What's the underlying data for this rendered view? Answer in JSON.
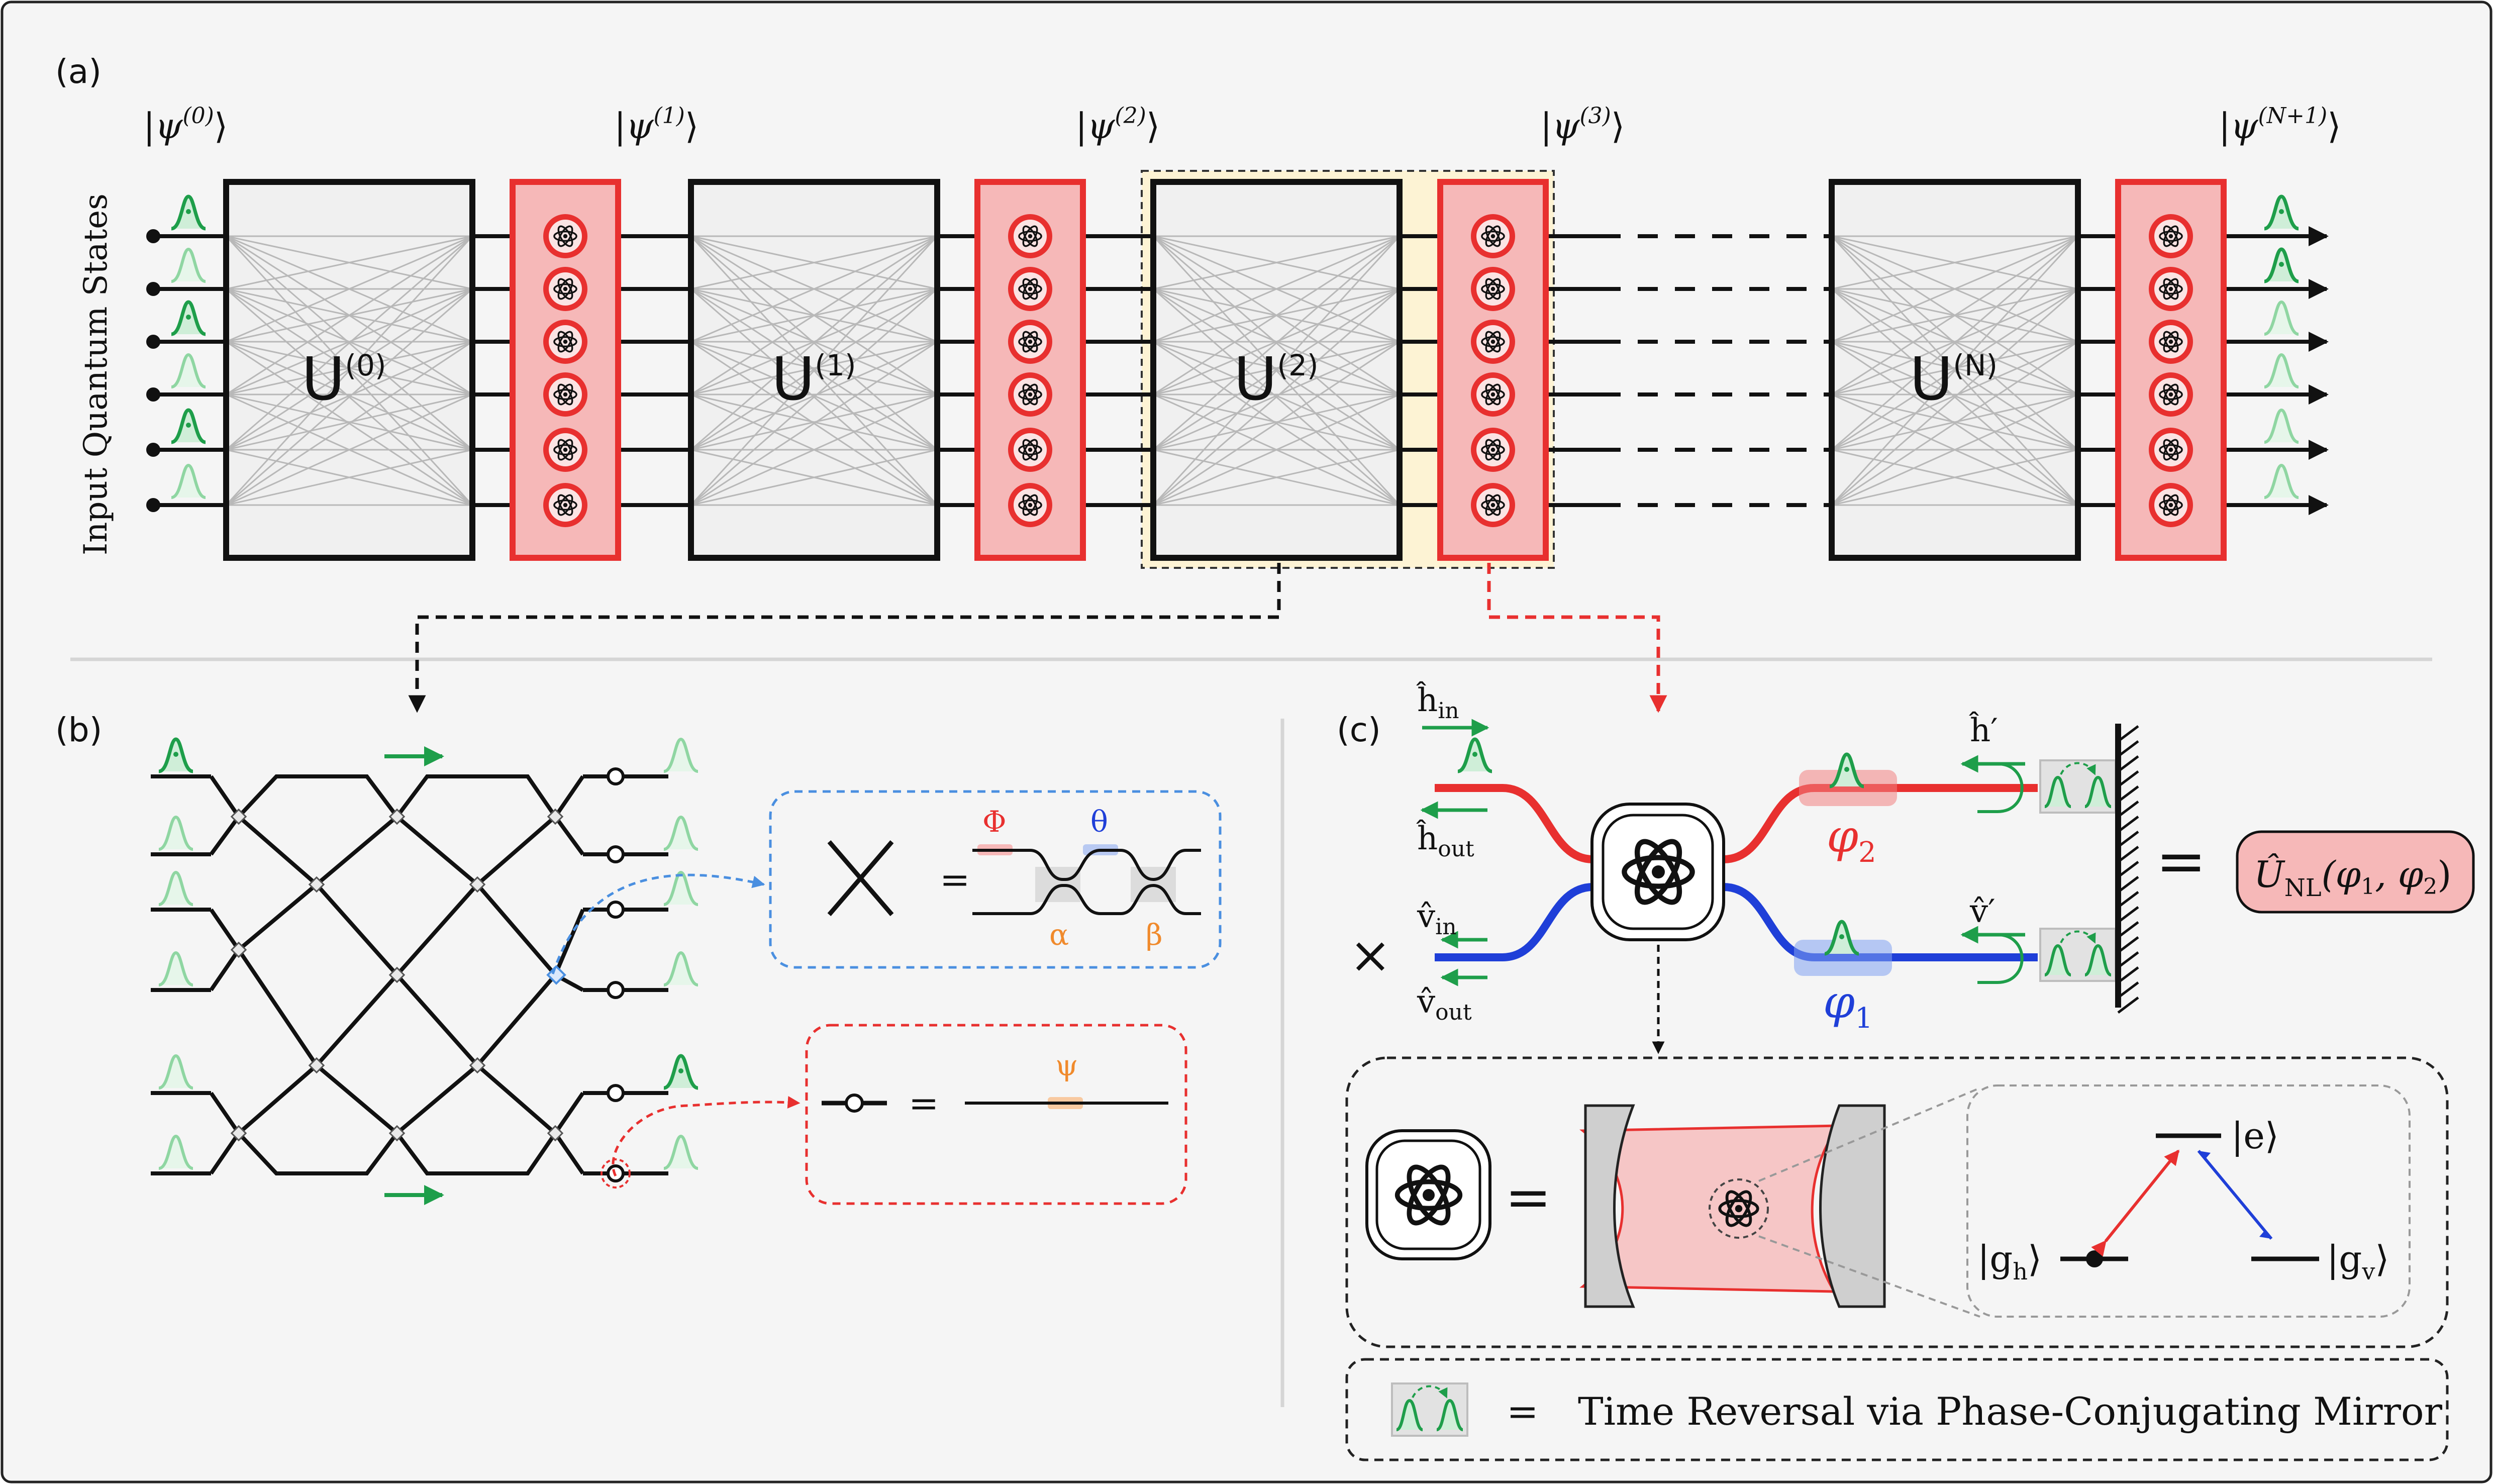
{
  "panels": {
    "a": "(a)",
    "b": "(b)",
    "c": "(c)"
  },
  "panel_a": {
    "input_label": "Input Quantum States",
    "kets": [
      {
        "base": "|ψ",
        "sup": "(0)",
        "close": "⟩"
      },
      {
        "base": "|ψ",
        "sup": "(1)",
        "close": "⟩"
      },
      {
        "base": "|ψ",
        "sup": "(2)",
        "close": "⟩"
      },
      {
        "base": "|ψ",
        "sup": "(3)",
        "close": "⟩"
      },
      {
        "base": "|ψ",
        "sup": "(N+1)",
        "close": "⟩"
      }
    ],
    "unitaries": [
      {
        "base": "U",
        "sup": "(0)"
      },
      {
        "base": "U",
        "sup": "(1)"
      },
      {
        "base": "U",
        "sup": "(2)"
      },
      {
        "base": "U",
        "sup": "(N)"
      }
    ]
  },
  "panel_b": {
    "phase_labels": {
      "Phi": "Φ",
      "theta": "θ",
      "alpha": "α",
      "beta": "β",
      "psi": "ψ"
    },
    "equals": "="
  },
  "panel_c": {
    "h_in": {
      "base": "ĥ",
      "sub": "in"
    },
    "h_out": {
      "base": "ĥ",
      "sub": "out"
    },
    "v_in": {
      "base": "v̂",
      "sub": "in"
    },
    "v_out": {
      "base": "v̂",
      "sub": "out"
    },
    "h_prime": "ĥ′",
    "v_prime": "v̂′",
    "phi2": {
      "base": "φ",
      "sub": "2"
    },
    "phi1": {
      "base": "φ",
      "sub": "1"
    },
    "cross": "×",
    "equals": "=",
    "u_nl": {
      "base": "Û",
      "sub": "NL",
      "args": "(φ",
      "a1": "1",
      "mid": ", φ",
      "a2": "2",
      "end": ")"
    },
    "levels": {
      "e": "|e⟩",
      "gh": {
        "base": "|g",
        "sub": "h",
        "close": "⟩"
      },
      "gv": {
        "base": "|g",
        "sub": "v",
        "close": "⟩"
      }
    },
    "legend_equals": "=",
    "legend_text": "Time Reversal via Phase-Conjugating Mirror"
  },
  "colors": {
    "red": "#e8302f",
    "pink_fill": "#f6b8b8",
    "green": "#1e9e4a",
    "light_green": "#8fd6a2",
    "blue": "#1f3fd8",
    "orange": "#f08a2c",
    "highlight_yellow": "#fdf3d4",
    "panel_bg": "#f5f5f5"
  }
}
